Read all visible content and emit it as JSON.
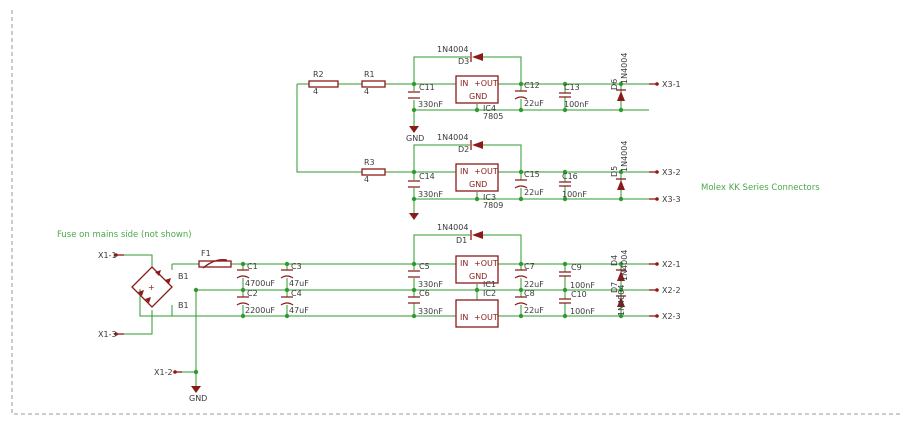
{
  "notes": {
    "fuse_note": "Fuse on mains side (not shown)",
    "molex_note": "Molex KK Series Connectors"
  },
  "resistors": {
    "r1": {
      "name": "R1",
      "value": "4"
    },
    "r2": {
      "name": "R2",
      "value": "4"
    },
    "r3": {
      "name": "R3",
      "value": "4"
    }
  },
  "regulators": {
    "ic4": {
      "name": "IC4",
      "value": "7805",
      "pin_in": "IN",
      "pin_out": "+OUT",
      "pin_gnd": "GND"
    },
    "ic3": {
      "name": "IC3",
      "value": "7809",
      "pin_in": "IN",
      "pin_out": "+OUT",
      "pin_gnd": "GND"
    },
    "ic1": {
      "name": "IC1",
      "pin_in": "IN",
      "pin_out": "+OUT",
      "pin_gnd": "GND"
    },
    "ic2": {
      "name": "IC2",
      "pin_in": "IN",
      "pin_out": "+OUT"
    }
  },
  "diodes": {
    "d3": {
      "name": "D3",
      "value": "1N4004"
    },
    "d2": {
      "name": "D2",
      "value": "1N4004"
    },
    "d1": {
      "name": "D1",
      "value": "1N4004"
    },
    "d6": {
      "name": "D6",
      "value": "1N4004"
    },
    "d5": {
      "name": "D5",
      "value": "1N4004"
    },
    "d4": {
      "name": "D4",
      "value": "1N4004"
    },
    "d7": {
      "name": "D7",
      "value": "1N4004"
    }
  },
  "capacitors": {
    "c11": {
      "name": "C11",
      "value": "330nF"
    },
    "c12": {
      "name": "C12",
      "value": "22uF"
    },
    "c13": {
      "name": "C13",
      "value": "100nF"
    },
    "c14": {
      "name": "C14",
      "value": "330nF"
    },
    "c15": {
      "name": "C15",
      "value": "22uF"
    },
    "c16": {
      "name": "C16",
      "value": "100nF"
    },
    "c5": {
      "name": "C5",
      "value": "330nF"
    },
    "c6": {
      "name": "C6",
      "value": "330nF"
    },
    "c7": {
      "name": "C7",
      "value": "22uF"
    },
    "c8": {
      "name": "C8",
      "value": "22uF"
    },
    "c9": {
      "name": "C9",
      "value": "100nF"
    },
    "c10": {
      "name": "C10",
      "value": "100nF"
    },
    "c1": {
      "name": "C1",
      "value": "4700uF"
    },
    "c2": {
      "name": "C2",
      "value": "2200uF"
    },
    "c3": {
      "name": "C3",
      "value": "47uF"
    },
    "c4": {
      "name": "C4",
      "value": "47uF"
    }
  },
  "bridge": {
    "name": "B1"
  },
  "fuse": {
    "name": "F1"
  },
  "ground": {
    "label": "GND"
  },
  "connectors": {
    "x3_1": "X3-1",
    "x3_2": "X3-2",
    "x3_3": "X3-3",
    "x2_1": "X2-1",
    "x2_2": "X2-2",
    "x2_3": "X2-3",
    "x1_1": "X1-1",
    "x1_2": "X1-2",
    "x1_3": "X1-3"
  }
}
